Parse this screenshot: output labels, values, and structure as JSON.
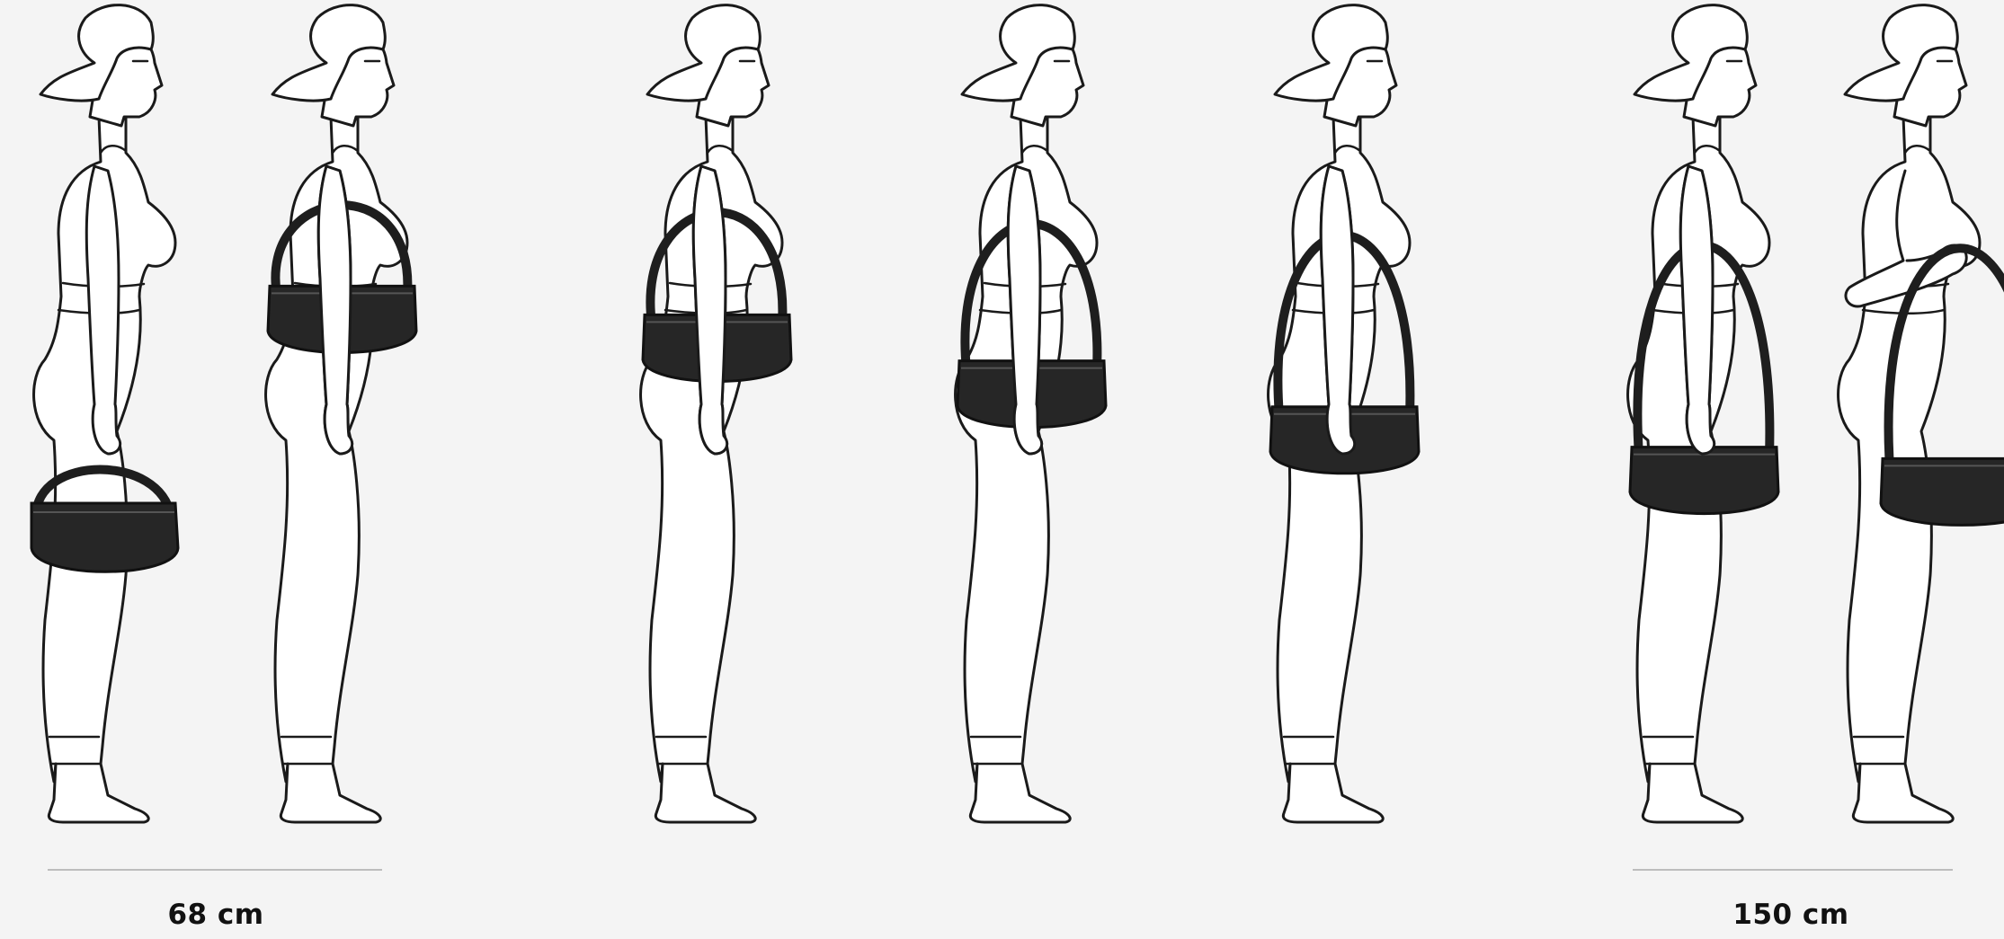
{
  "range": {
    "min_label": "68 cm",
    "max_label": "150 cm"
  },
  "colors": {
    "background": "#f4f4f4",
    "bag": "#262626",
    "outline": "#1a1a1a",
    "rule": "#bdbdbd"
  },
  "figures": [
    {
      "pose": "hand-carry",
      "strap_drop": 0.0
    },
    {
      "pose": "shoulder-short",
      "strap_drop": 0.12
    },
    {
      "pose": "shoulder-short",
      "strap_drop": 0.22
    },
    {
      "pose": "shoulder",
      "strap_drop": 0.38
    },
    {
      "pose": "shoulder",
      "strap_drop": 0.54
    },
    {
      "pose": "shoulder-long",
      "strap_drop": 0.68
    },
    {
      "pose": "crossbody",
      "strap_drop": 0.72
    }
  ]
}
